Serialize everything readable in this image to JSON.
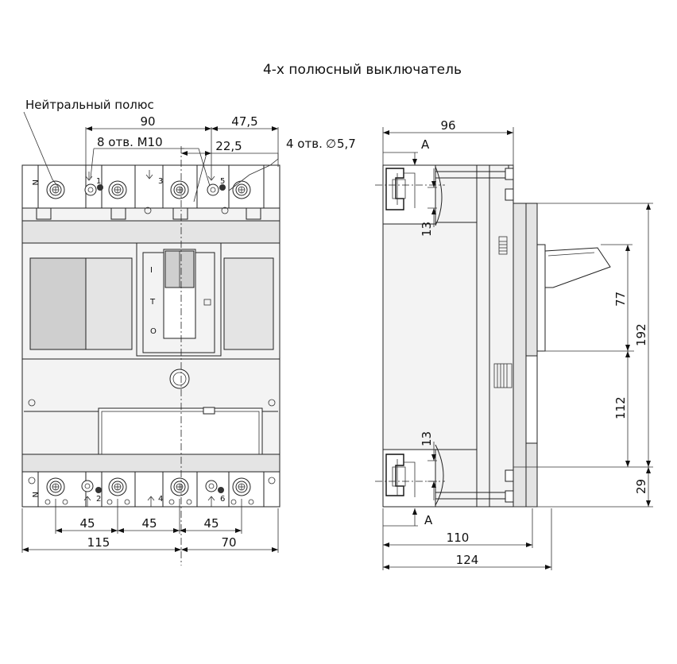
{
  "title": "4-х полюсный выключатель",
  "labels": {
    "neutral_pole": "Нейтральный полюс",
    "holes_m10": "8 отв. М10",
    "holes_dia": "4 отв.",
    "dia_symbol": "∅",
    "holes_dia_value": "5,7",
    "section": "A",
    "pole_n": "N",
    "pole_1": "1",
    "pole_2": "2",
    "pole_3": "3",
    "pole_4": "4",
    "pole_5": "5",
    "pole_6": "6",
    "sw_i": "I",
    "sw_t": "T",
    "sw_o": "O"
  },
  "dimensions": {
    "d90": "90",
    "d47_5": "47,5",
    "d22_5": "22,5",
    "d96": "96",
    "d45a": "45",
    "d45b": "45",
    "d45c": "45",
    "d115": "115",
    "d70": "70",
    "d110": "110",
    "d124": "124",
    "d13a": "13",
    "d13b": "13",
    "d77": "77",
    "d192": "192",
    "d112": "112",
    "d29": "29"
  }
}
